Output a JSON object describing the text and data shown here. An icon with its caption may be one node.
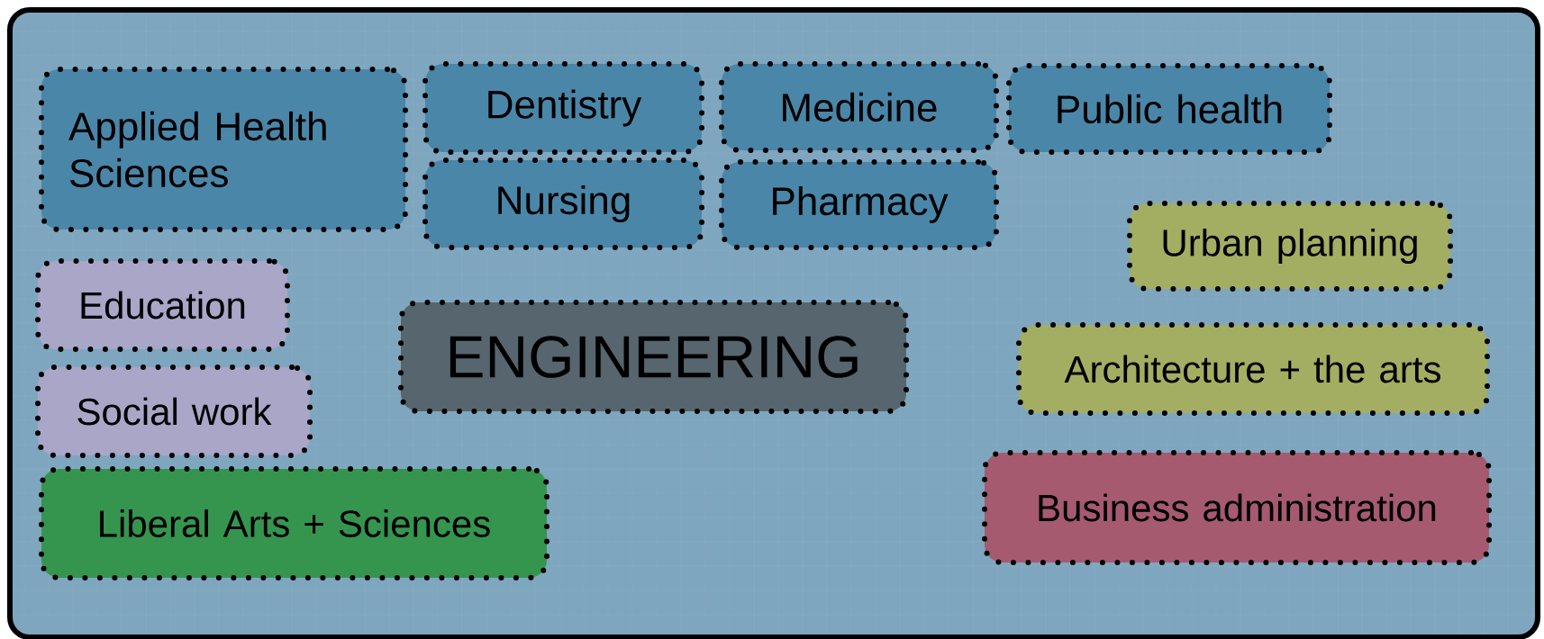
{
  "diagram": {
    "nodes": [
      {
        "text": [
          "Applied Health Sciences"
        ]
      },
      {
        "text": [
          "Dentistry"
        ]
      },
      {
        "text": [
          "Medicine"
        ]
      },
      {
        "text": [
          "Public health"
        ]
      },
      {
        "text": [
          "Nursing"
        ]
      },
      {
        "text": [
          "Pharmacy"
        ]
      },
      {
        "text": [
          "Urban planning"
        ]
      },
      {
        "text": [
          "Education"
        ]
      },
      {
        "text": [
          "ENGINEERING"
        ]
      },
      {
        "text": [
          "Architecture + the arts"
        ]
      },
      {
        "text": [
          "Social work"
        ]
      },
      {
        "text": [
          "Liberal Arts + Sciences"
        ]
      },
      {
        "text": [
          "Business administration"
        ]
      }
    ]
  }
}
